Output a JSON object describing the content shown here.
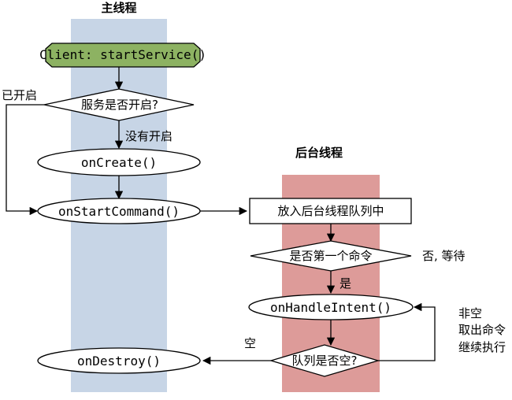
{
  "lanes": {
    "main_thread": "主线程",
    "background_thread": "后台线程"
  },
  "nodes": {
    "start": "Client: startService()",
    "service_started": "服务是否开启?",
    "on_create": "onCreate()",
    "on_start_command": "onStartCommand()",
    "enqueue": "放入后台线程队列中",
    "is_first_command": "是否第一个命令",
    "on_handle_intent": "onHandleIntent()",
    "queue_empty": "队列是否空?",
    "on_destroy": "onDestroy()"
  },
  "edge_labels": {
    "already_started": "已开启",
    "not_started": "没有开启",
    "no_wait": "否, 等待",
    "yes": "是",
    "empty": "空",
    "not_empty_line1": "非空",
    "not_empty_line2": "取出命令",
    "not_empty_line3": "继续执行"
  },
  "colors": {
    "main_lane": "#c7d5e6",
    "background_lane": "#dd9b99",
    "start_node": "#8db262"
  }
}
